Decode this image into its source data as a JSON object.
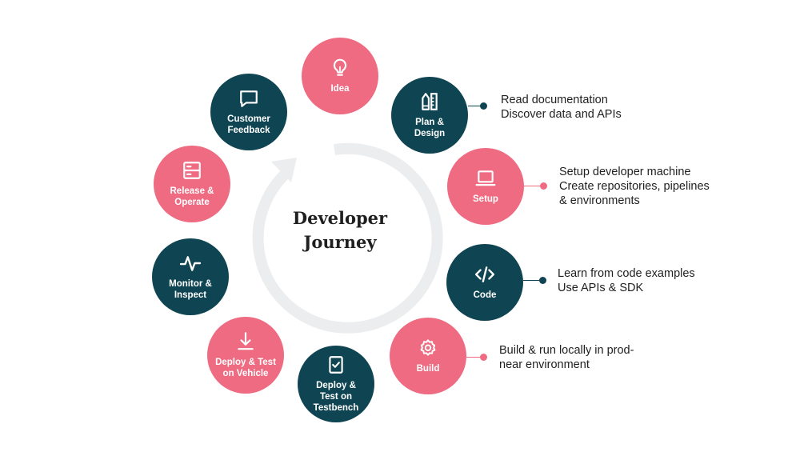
{
  "diagram": {
    "title": "Developer\nJourney",
    "colors": {
      "pink": "#ee6b82",
      "teal": "#0f4552",
      "ring": "#ebedee",
      "text": "#1f1f1f"
    },
    "nodes": [
      {
        "label": "Idea",
        "icon": "lightbulb-icon",
        "color": "pink"
      },
      {
        "label": "Plan &\nDesign",
        "icon": "design-tools-icon",
        "color": "teal"
      },
      {
        "label": "Setup",
        "icon": "laptop-icon",
        "color": "pink"
      },
      {
        "label": "Code",
        "icon": "code-icon",
        "color": "teal"
      },
      {
        "label": "Build",
        "icon": "gear-icon",
        "color": "pink"
      },
      {
        "label": "Deploy &\nTest on\nTestbench",
        "icon": "checklist-icon",
        "color": "teal"
      },
      {
        "label": "Deploy & Test\non Vehicle",
        "icon": "download-icon",
        "color": "pink"
      },
      {
        "label": "Monitor &\nInspect",
        "icon": "pulse-icon",
        "color": "teal"
      },
      {
        "label": "Release &\nOperate",
        "icon": "server-icon",
        "color": "pink"
      },
      {
        "label": "Customer\nFeedback",
        "icon": "chat-icon",
        "color": "teal"
      }
    ],
    "annotations": [
      {
        "lines": [
          "Read documentation",
          "Discover data and APIs"
        ],
        "dot_color": "teal"
      },
      {
        "lines": [
          "Setup developer machine",
          "Create repositories, pipelines",
          "& environments"
        ],
        "dot_color": "pink"
      },
      {
        "lines": [
          "Learn from code examples",
          "Use APIs & SDK"
        ],
        "dot_color": "teal"
      },
      {
        "lines": [
          "Build & run locally in prod-",
          "near environment"
        ],
        "dot_color": "pink"
      }
    ]
  }
}
